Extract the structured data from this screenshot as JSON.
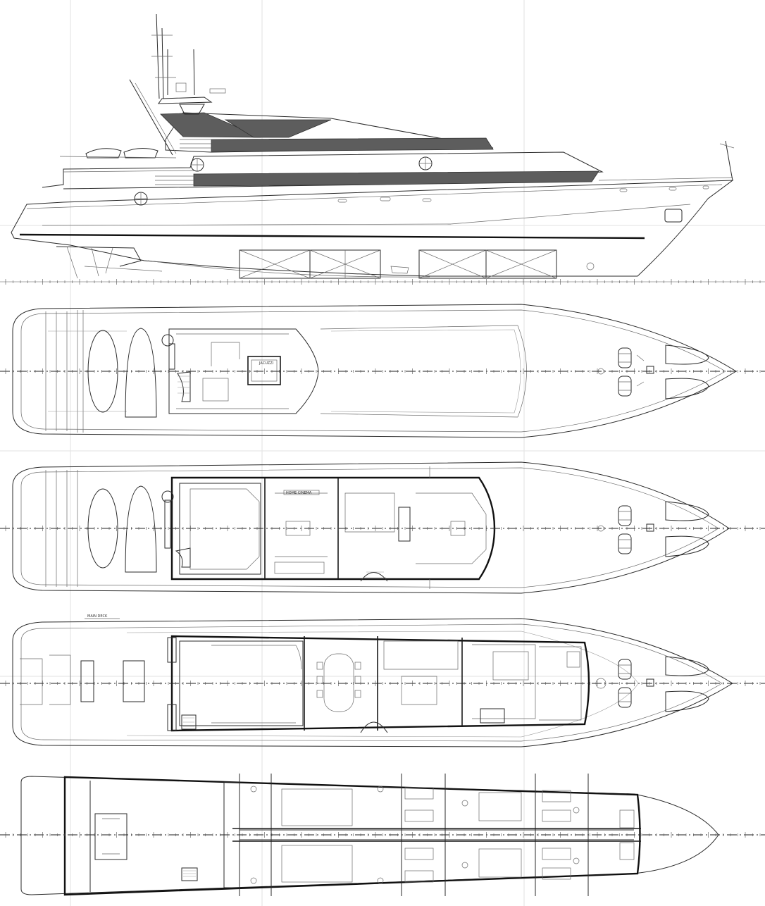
{
  "drawing": {
    "main_deck_label": "MAIN DECK",
    "saloon_label": "HOME CINEMA",
    "jacuzzi_label": "JACUZZI"
  }
}
